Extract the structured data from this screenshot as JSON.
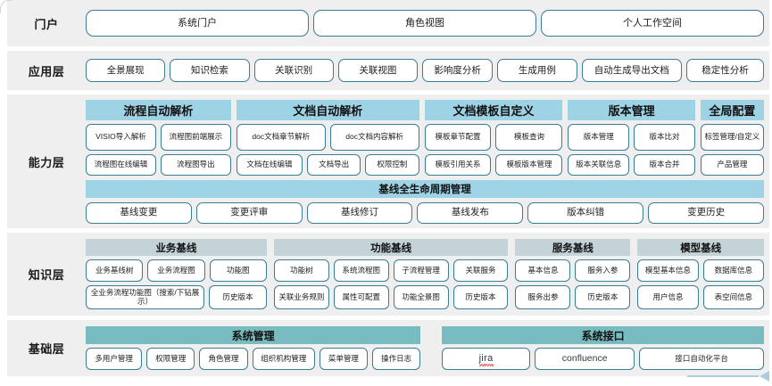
{
  "layers": [
    {
      "id": "portal",
      "label": "门户",
      "items": [
        "系统门户",
        "角色视图",
        "个人工作空间"
      ]
    },
    {
      "id": "application",
      "label": "应用层",
      "items": [
        "全景展现",
        "知识检索",
        "关联识别",
        "关联视图",
        "影响度分析",
        "生成用例",
        "自动生成导出文档",
        "稳定性分析"
      ]
    },
    {
      "id": "capability",
      "label": "能力层",
      "groups": [
        {
          "title": "流程自动解析",
          "rows": [
            [
              "VISIO导入解析",
              "流程图前端展示"
            ],
            [
              "流程图在线编辑",
              "流程图导出"
            ]
          ]
        },
        {
          "title": "文档自动解析",
          "rows": [
            [
              "doc文档章节解析",
              "doc文档内容解析"
            ],
            [
              "文档在线编辑",
              "文档导出",
              "权限控制"
            ]
          ]
        },
        {
          "title": "文档模板自定义",
          "rows": [
            [
              "模板章节配置",
              "模板查询"
            ],
            [
              "模板引用关系",
              "模板版本管理"
            ]
          ]
        },
        {
          "title": "版本管理",
          "rows": [
            [
              "版本管理",
              "版本比对"
            ],
            [
              "版本关联信息",
              "版本合并"
            ]
          ]
        },
        {
          "title": "全局配置",
          "rows": [
            [
              "标签管理/自定义"
            ],
            [
              "产品管理"
            ]
          ]
        }
      ],
      "baseline": {
        "title": "基线全生命周期管理",
        "items": [
          "基线变更",
          "变更评审",
          "基线修订",
          "基线发布",
          "版本纠错",
          "变更历史"
        ]
      }
    },
    {
      "id": "knowledge",
      "label": "知识层",
      "groups": [
        {
          "title": "业务基线",
          "rows": [
            [
              "业务基线树",
              "业务流程图",
              "功能图"
            ],
            [
              "全业务流程功能图（搜索/下钻展示）",
              "历史版本"
            ]
          ]
        },
        {
          "title": "功能基线",
          "rows": [
            [
              "功能树",
              "系统流程图",
              "子流程管理",
              "关联服务"
            ],
            [
              "关联业务规则",
              "属性可配置",
              "功能全景图",
              "历史版本"
            ]
          ]
        },
        {
          "title": "服务基线",
          "rows": [
            [
              "基本信息",
              "服务入参"
            ],
            [
              "服务出参",
              "历史版本"
            ]
          ]
        },
        {
          "title": "模型基线",
          "rows": [
            [
              "模型基本信息",
              "数据库信息"
            ],
            [
              "用户信息",
              "表空间信息"
            ]
          ]
        }
      ]
    },
    {
      "id": "foundation",
      "label": "基础层",
      "groups": [
        {
          "title": "系统管理",
          "rows": [
            [
              "多用户管理",
              "权限管理",
              "角色管理",
              "组织机构管理",
              "菜单管理",
              "操作日志"
            ]
          ]
        },
        {
          "title": "系统接口",
          "rows": [
            [
              "jira",
              "confluence",
              "接口自动化平台"
            ]
          ]
        }
      ]
    }
  ],
  "colors": {
    "band_background": "#efefef",
    "pill_border": "#3b7b94",
    "capability_header": "#9ed3e6",
    "knowledge_header": "#c3d3d8",
    "foundation_header": "#79bcc0",
    "arrow": "#a9cfdd"
  }
}
